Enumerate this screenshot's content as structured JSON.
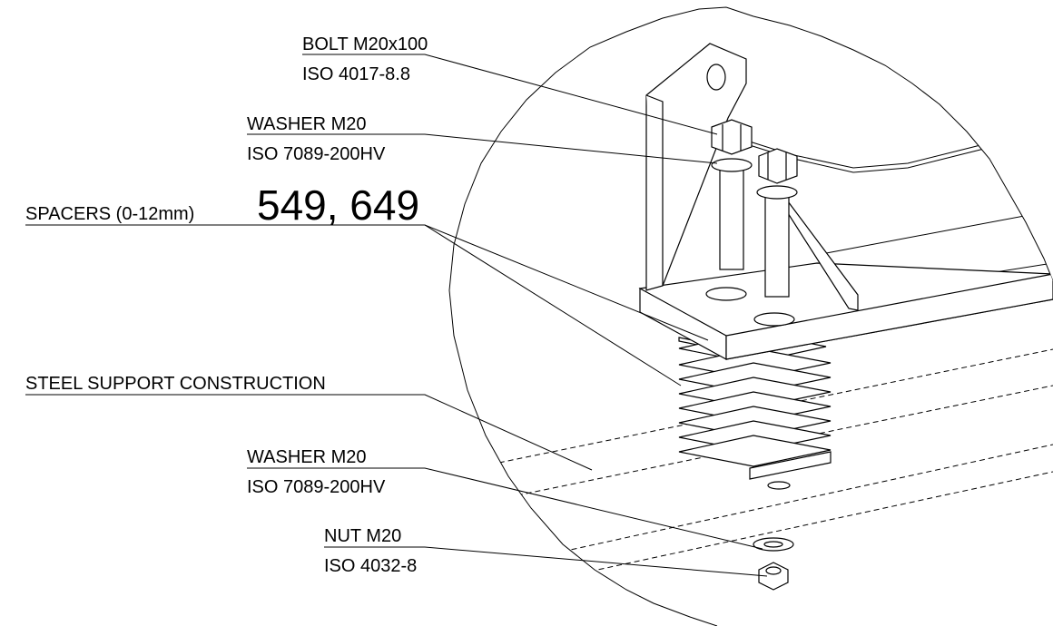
{
  "callouts": {
    "bolt": {
      "line1": "BOLT M20x100",
      "line2": "ISO 4017-8.8"
    },
    "washer_top": {
      "line1": "WASHER M20",
      "line2": "ISO 7089-200HV"
    },
    "spacers": {
      "label": "SPACERS (0-12mm)",
      "numbers": "549, 649"
    },
    "steel_support": {
      "label": "STEEL SUPPORT CONSTRUCTION"
    },
    "washer_bottom": {
      "line1": "WASHER M20",
      "line2": "ISO 7089-200HV"
    },
    "nut": {
      "line1": "NUT M20",
      "line2": "ISO 4032-8"
    }
  },
  "colors": {
    "line": "#000000",
    "background": "#ffffff"
  }
}
